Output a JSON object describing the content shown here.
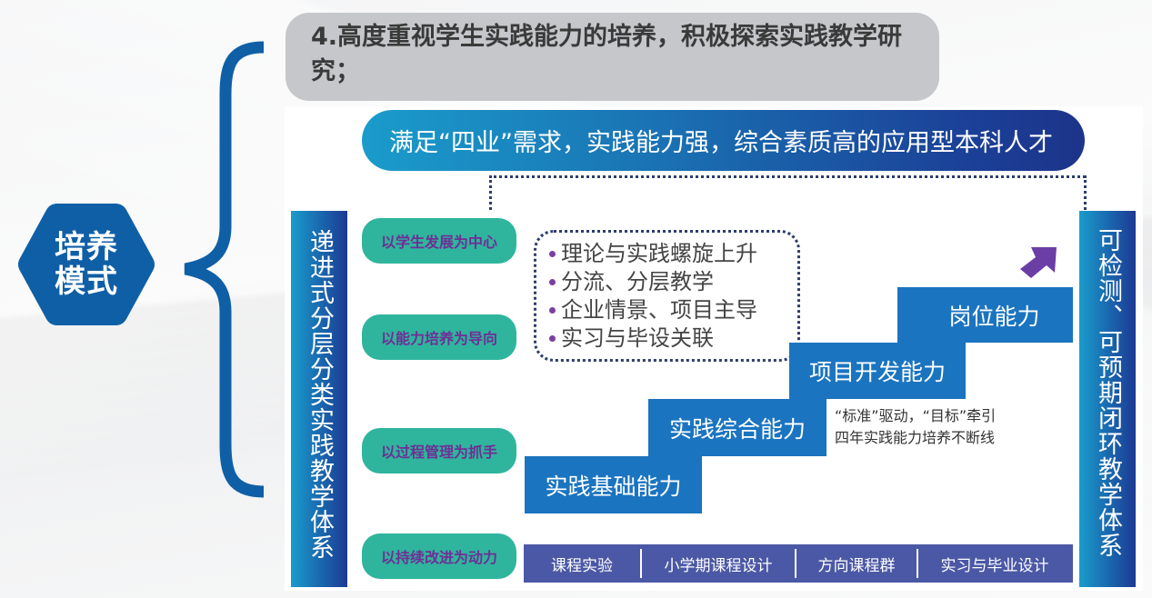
{
  "badge": {
    "line1": "培养",
    "line2": "模式",
    "color": "#0f5fa6"
  },
  "header": {
    "text": "4.高度重视学生实践能力的培养，积极探索实践教学研究；"
  },
  "banner": {
    "text": "满足“四业”需求，实践能力强，综合素质高的应用型本科人才"
  },
  "left_bar": {
    "text": "递进式分层分类实践教学体系"
  },
  "right_bar": {
    "text": "可检测、可预期闭环教学体系"
  },
  "principles": [
    {
      "label": "以学生发展为中心"
    },
    {
      "label": "以能力培养为导向"
    },
    {
      "label": "以过程管理为抓手"
    },
    {
      "label": "以持续改进为动力"
    }
  ],
  "bullets": [
    "理论与实践螺旋上升",
    "分流、分层教学",
    "企业情景、项目主导",
    "实习与毕设关联"
  ],
  "steps": [
    {
      "label": "实践基础能力"
    },
    {
      "label": "实践综合能力"
    },
    {
      "label": "项目开发能力"
    },
    {
      "label": "岗位能力"
    }
  ],
  "note": {
    "line1": "“标准”驱动，“目标”牵引",
    "line2": "四年实践能力培养不断线"
  },
  "bottom_bar": {
    "items": [
      "课程实验",
      "小学期课程设计",
      "方向课程群",
      "实习与毕业设计"
    ]
  },
  "colors": {
    "primary_blue": "#1b74c0",
    "pill_green": "#2fb59d",
    "pill_text_purple": "#6f2f96",
    "bottom_bar": "#4b58a5",
    "arrow_purple": "#6b3ea6",
    "header_gray": "#c5c7ca"
  }
}
